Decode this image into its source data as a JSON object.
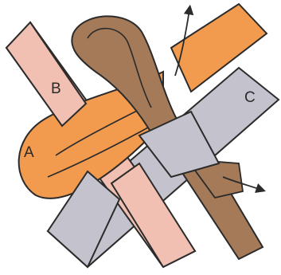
{
  "diagram": {
    "labels": {
      "a": "A",
      "b": "B",
      "c": "C"
    },
    "colors": {
      "strap_a": "#f29a4e",
      "strap_b": "#f2c0b2",
      "strap_c": "#c4c2cc",
      "loop": "#a57a58",
      "outline": "#2b2b2b",
      "arrow": "#2b2b2b"
    },
    "arrows": [
      "pull-arrow-up",
      "pull-arrow-right"
    ]
  }
}
